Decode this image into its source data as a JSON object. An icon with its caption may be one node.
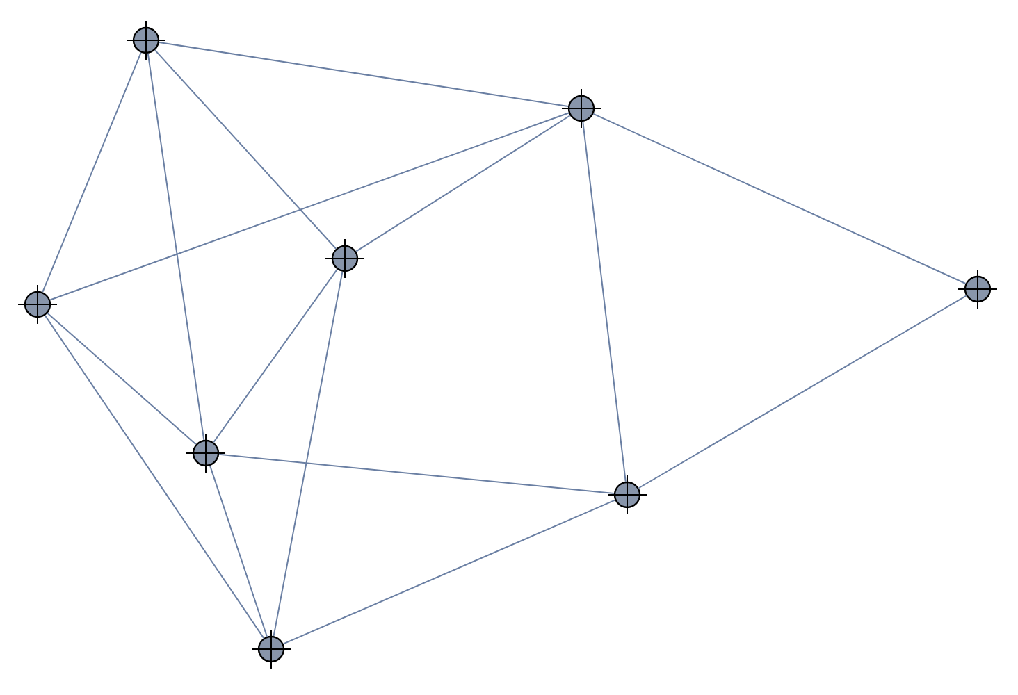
{
  "diagram": {
    "nodes": [
      {
        "text": [],
        "shape": "circle"
      },
      {
        "text": [],
        "shape": "circle"
      },
      {
        "text": [],
        "shape": "circle"
      },
      {
        "text": [],
        "shape": "circle"
      },
      {
        "text": [],
        "shape": "circle"
      },
      {
        "text": [],
        "shape": "circle"
      },
      {
        "text": [],
        "shape": "circle"
      },
      {
        "text": [],
        "shape": "circle"
      }
    ],
    "edges": [
      {
        "from": 0,
        "to": 1,
        "arrow": "none"
      },
      {
        "from": 0,
        "to": 3,
        "arrow": "none"
      },
      {
        "from": 0,
        "to": 5,
        "arrow": "none"
      },
      {
        "from": 0,
        "to": 2,
        "arrow": "none"
      },
      {
        "from": 1,
        "to": 3,
        "arrow": "none"
      },
      {
        "from": 1,
        "to": 2,
        "arrow": "none"
      },
      {
        "from": 1,
        "to": 4,
        "arrow": "none"
      },
      {
        "from": 1,
        "to": 6,
        "arrow": "none"
      },
      {
        "from": 2,
        "to": 5,
        "arrow": "none"
      },
      {
        "from": 2,
        "to": 7,
        "arrow": "none"
      },
      {
        "from": 3,
        "to": 5,
        "arrow": "none"
      },
      {
        "from": 3,
        "to": 7,
        "arrow": "none"
      },
      {
        "from": 5,
        "to": 6,
        "arrow": "none"
      },
      {
        "from": 5,
        "to": 7,
        "arrow": "none"
      },
      {
        "from": 6,
        "to": 7,
        "arrow": "none"
      },
      {
        "from": 4,
        "to": 6,
        "arrow": "none"
      }
    ]
  }
}
